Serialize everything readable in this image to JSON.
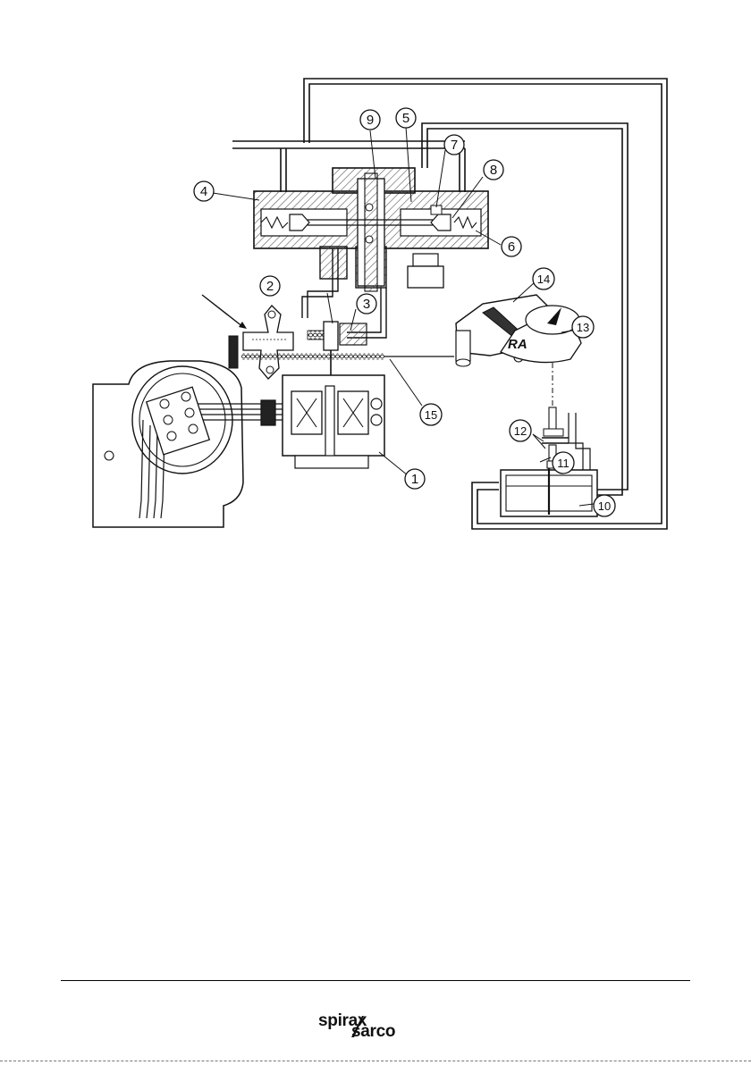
{
  "diagram": {
    "callouts": [
      "1",
      "2",
      "3",
      "4",
      "5",
      "6",
      "7",
      "8",
      "9",
      "10",
      "11",
      "12",
      "13",
      "14",
      "15"
    ],
    "mode_label": "RA"
  },
  "brand": {
    "line1": "spirax",
    "line2": "sarco"
  },
  "colors": {
    "ink": "#111111",
    "hatch": "#555555",
    "background": "#ffffff"
  }
}
